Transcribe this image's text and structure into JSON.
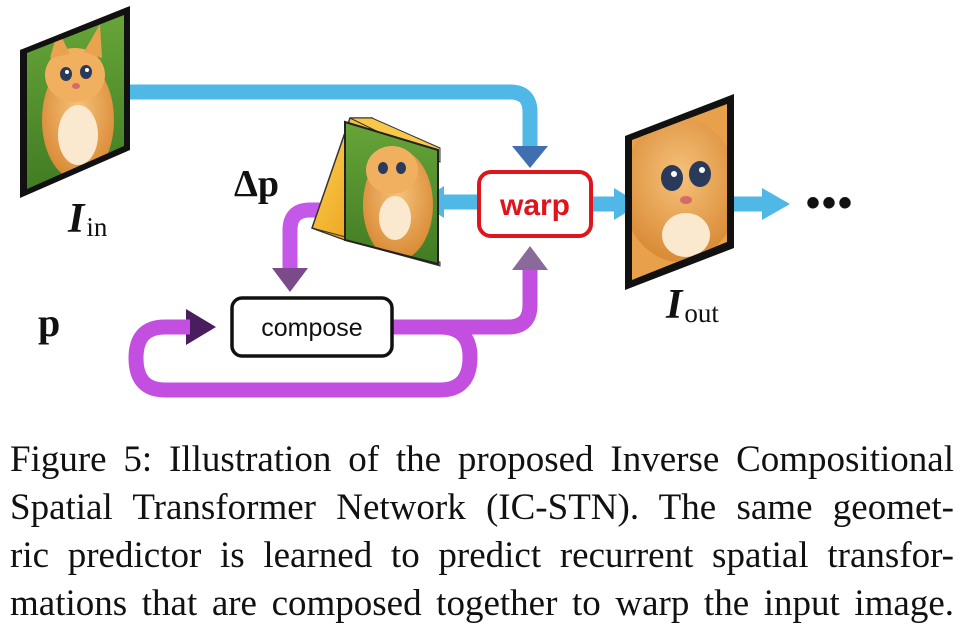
{
  "diagram": {
    "nodes": {
      "warp_label": "warp",
      "compose_label": "compose"
    },
    "symbols": {
      "input_base": "I",
      "input_sub": "in",
      "output_base": "I",
      "output_sub": "out",
      "delta_p": "Δp",
      "p": "p",
      "ellipsis": "•••"
    },
    "icons": [
      "kitten-input-image",
      "kitten-output-image",
      "geometric-predictor-frustum"
    ],
    "colors": {
      "image_flow": "#4fb8e6",
      "param_flow": "#b04fd8",
      "warp_border": "#e0141b",
      "predictor_face": "#f3b52a"
    }
  },
  "caption": {
    "line1": "Figure 5: Illustration of the proposed Inverse Compositional",
    "line2": "Spatial Transformer Network (IC-STN). The same geomet-",
    "line3": "ric predictor is learned to predict recurrent spatial transfor-",
    "line4": "mations that are composed together to warp the input image."
  }
}
